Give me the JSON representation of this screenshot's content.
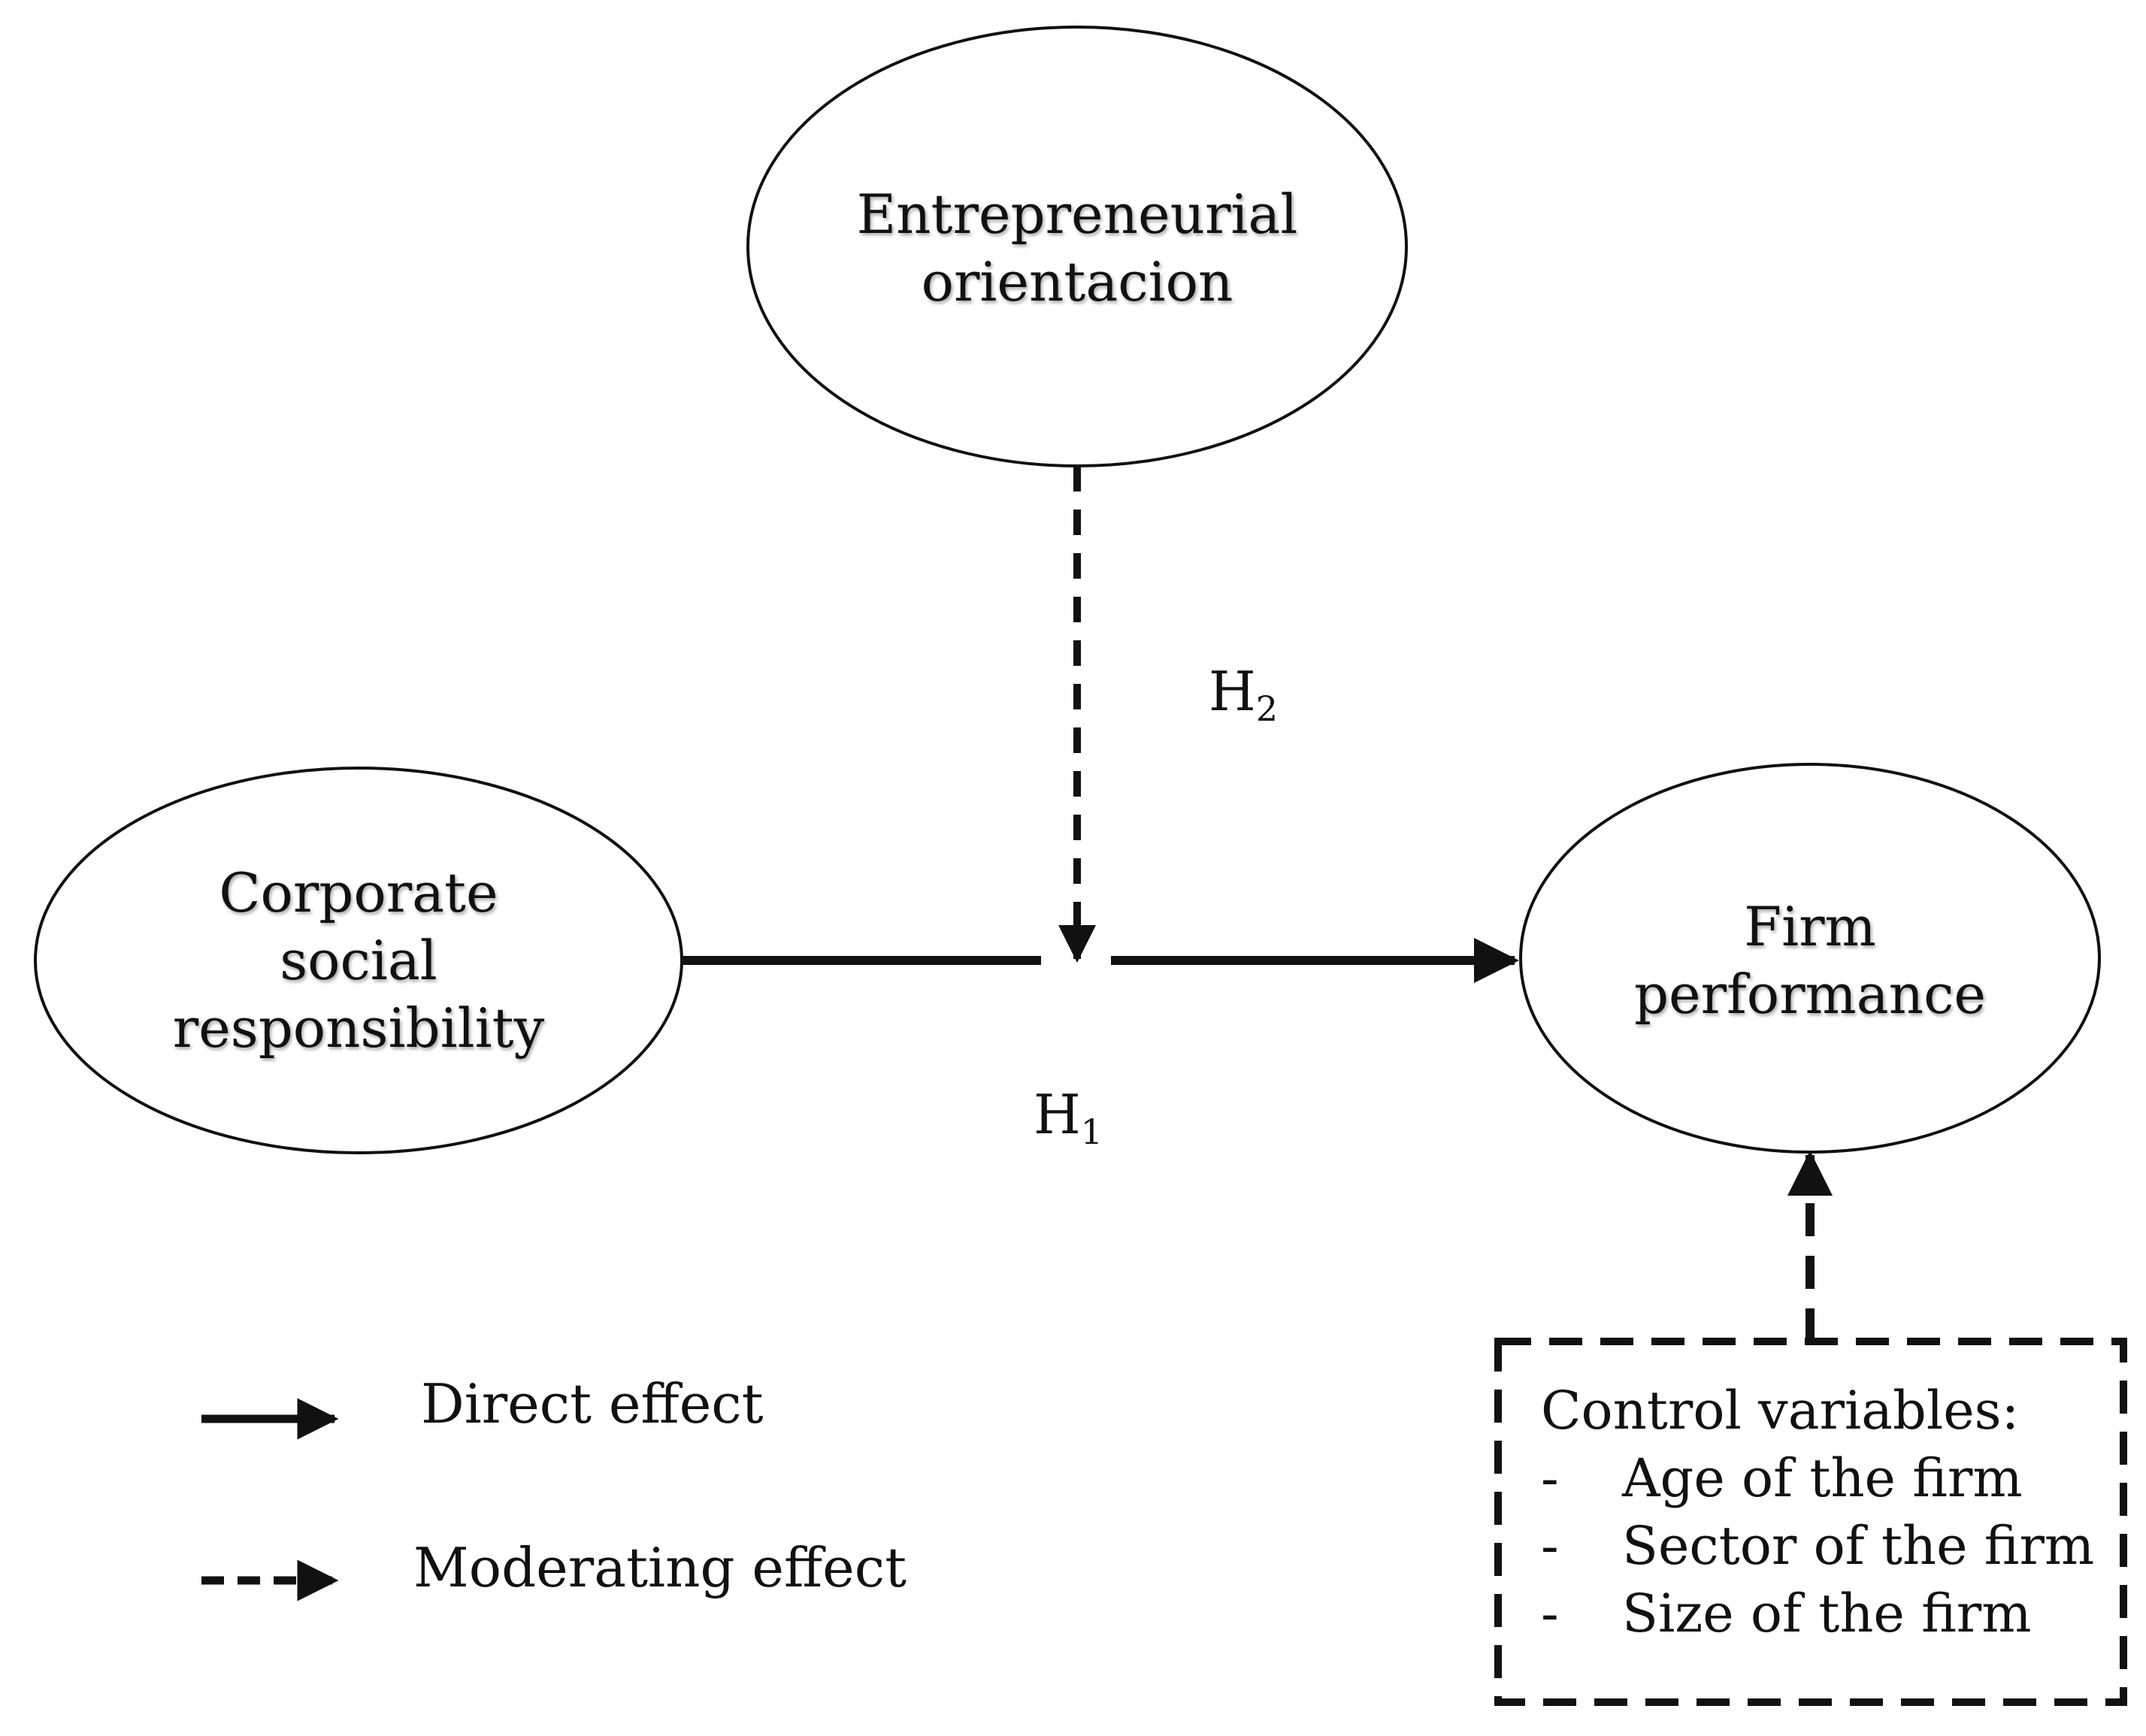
{
  "nodes": {
    "entrepreneurial": [
      "Entrepreneurial",
      "orientacion"
    ],
    "csr": [
      "Corporate",
      "social",
      "responsibility"
    ],
    "firm": [
      "Firm",
      "performance"
    ]
  },
  "hypotheses": {
    "h1": {
      "letter": "H",
      "sub": "1"
    },
    "h2": {
      "letter": "H",
      "sub": "2"
    }
  },
  "legend": {
    "direct": "Direct effect",
    "moderating": "Moderating effect"
  },
  "control": {
    "title": "Control variables:",
    "items": [
      {
        "bullet": "-",
        "text": "Age of the firm"
      },
      {
        "bullet": "-",
        "text": "Sector of the firm"
      },
      {
        "bullet": "-",
        "text": "Size of the firm"
      }
    ]
  }
}
